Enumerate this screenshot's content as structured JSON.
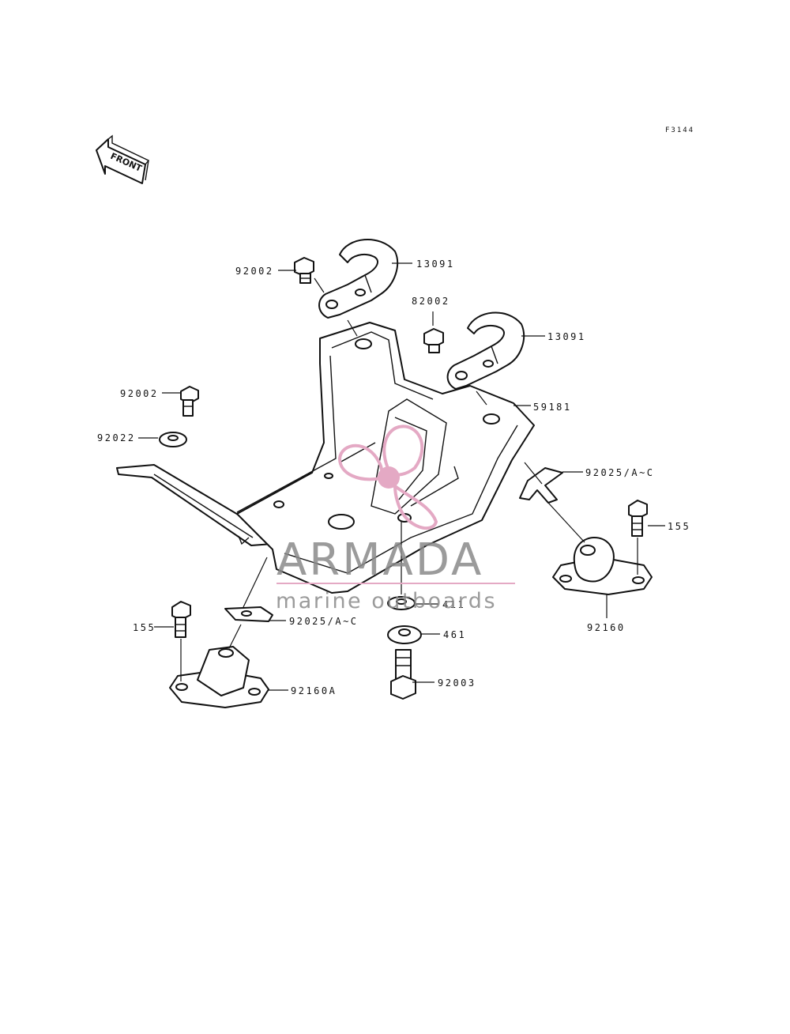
{
  "figure_code": "F3144",
  "front_indicator": "FRONT",
  "watermark": {
    "brand": "ARMADA",
    "tagline": "marine outboards",
    "color_pink": "#e4a9c4",
    "color_gray": "#8a8a8a"
  },
  "callouts": [
    {
      "id": "c1",
      "part": "92002"
    },
    {
      "id": "c2",
      "part": "13091"
    },
    {
      "id": "c3",
      "part": "82002"
    },
    {
      "id": "c4",
      "part": "13091"
    },
    {
      "id": "c5",
      "part": "59181"
    },
    {
      "id": "c6",
      "part": "92002"
    },
    {
      "id": "c7",
      "part": "92022"
    },
    {
      "id": "c8",
      "part": "92025/A~C"
    },
    {
      "id": "c9",
      "part": "155"
    },
    {
      "id": "c10",
      "part": "92160"
    },
    {
      "id": "c11",
      "part": "411"
    },
    {
      "id": "c12",
      "part": "461"
    },
    {
      "id": "c13",
      "part": "92003"
    },
    {
      "id": "c14",
      "part": "92025/A~C"
    },
    {
      "id": "c15",
      "part": "155"
    },
    {
      "id": "c16",
      "part": "92160A"
    }
  ]
}
